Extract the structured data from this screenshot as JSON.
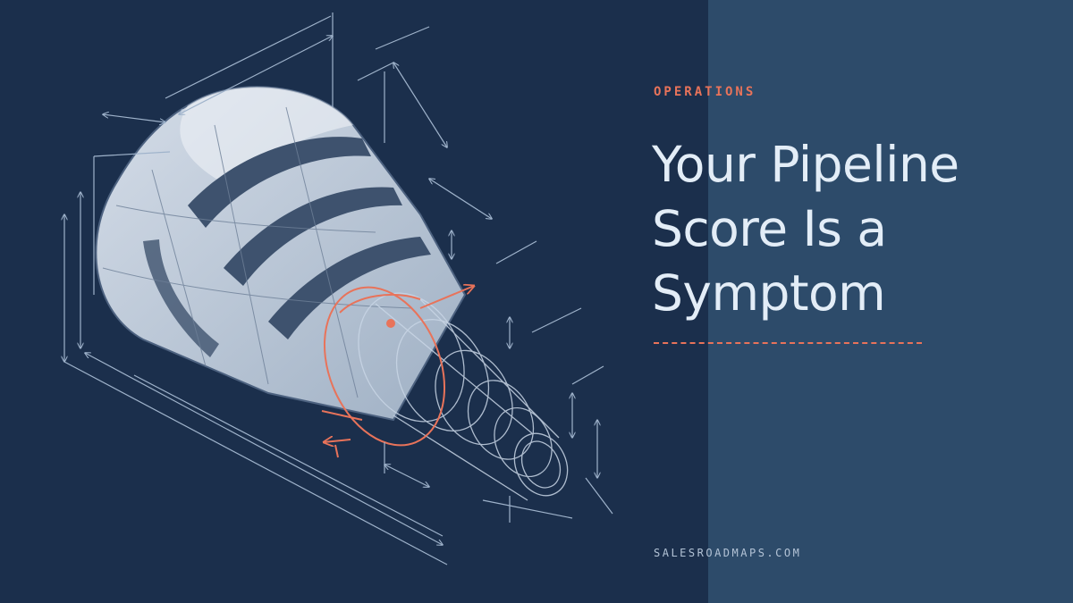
{
  "category": "OPERATIONS",
  "headline": "Your Pipeline Score Is a Symptom",
  "site": "SALESROADMAPS.COM",
  "colors": {
    "background": "#1b2f4c",
    "panel": "#2d4b6a",
    "accent": "#e8735a",
    "title": "#e3edf7"
  },
  "illustration": "isometric-funnel-blueprint"
}
